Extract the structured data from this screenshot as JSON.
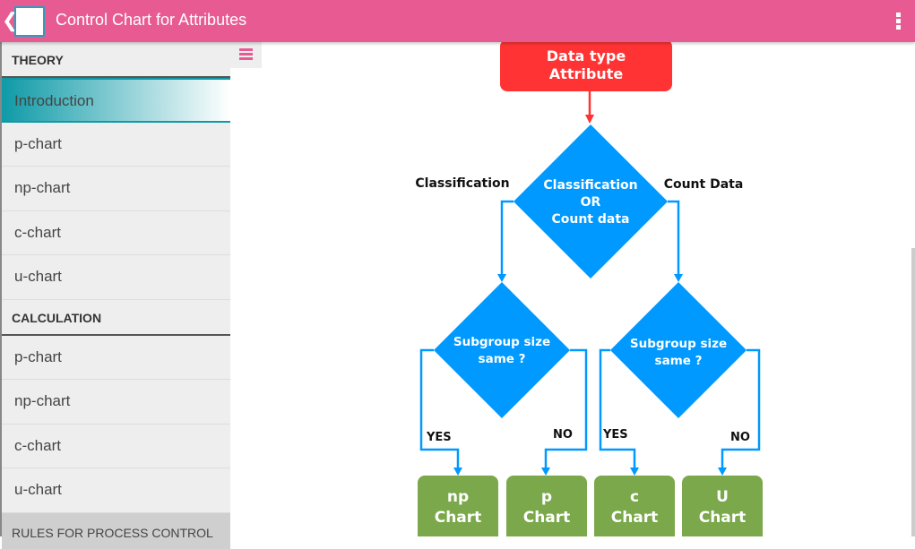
{
  "appbar": {
    "title": "Control Chart for Attributes",
    "back_icon": "chevron-left-icon",
    "menu_icon": "more-vert-icon"
  },
  "sidebar": {
    "theory_header": "THEORY",
    "theory_items": [
      {
        "label": "Introduction",
        "active": true
      },
      {
        "label": "p-chart"
      },
      {
        "label": "np-chart"
      },
      {
        "label": "c-chart"
      },
      {
        "label": "u-chart"
      }
    ],
    "calc_header": "CALCULATION",
    "calc_items": [
      {
        "label": "p-chart"
      },
      {
        "label": "np-chart"
      },
      {
        "label": "c-chart"
      },
      {
        "label": "u-chart"
      }
    ],
    "rules_header": "RULES FOR PROCESS CONTROL"
  },
  "flowchart": {
    "start": [
      "Data type",
      "Attribute"
    ],
    "decision": [
      "Classification",
      "OR",
      "Count data"
    ],
    "left_branch": "Classification",
    "right_branch": "Count Data",
    "subgroup": [
      "Subgroup size",
      "same ?"
    ],
    "yes": "YES",
    "no": "NO",
    "outputs": [
      [
        "np",
        "Chart"
      ],
      [
        "p",
        "Chart"
      ],
      [
        "c",
        "Chart"
      ],
      [
        "U",
        "Chart"
      ]
    ],
    "colors": {
      "start": "#ff3333",
      "decision": "#0099ff",
      "output": "#7aa84a",
      "accent": "#e85b92"
    }
  }
}
